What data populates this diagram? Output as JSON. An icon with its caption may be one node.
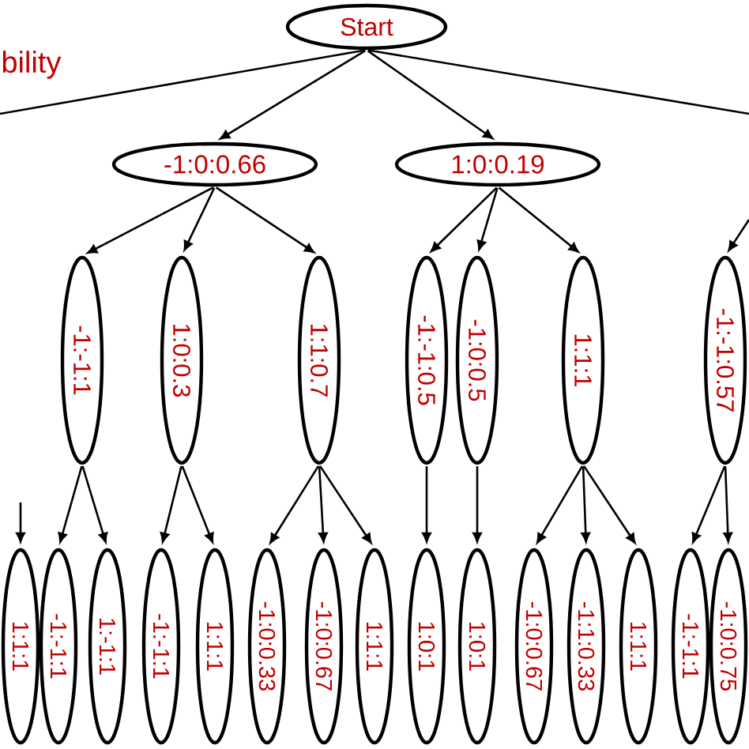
{
  "diagram": {
    "nodes": [
      {
        "text": [
          "Start"
        ]
      },
      {
        "text": [
          "-1:0:0.66"
        ]
      },
      {
        "text": [
          "1:0:0.19"
        ]
      },
      {
        "text": [
          "-1:-1:1"
        ]
      },
      {
        "text": [
          "1:0:0.3"
        ]
      },
      {
        "text": [
          "1:1:0.7"
        ]
      },
      {
        "text": [
          "-1:-1:0.5"
        ]
      },
      {
        "text": [
          "-1:0:0.5"
        ]
      },
      {
        "text": [
          "1:1:1"
        ]
      },
      {
        "text": [
          "-1:-1:0.57"
        ]
      },
      {
        "text": [
          "1:1:1"
        ]
      },
      {
        "text": [
          "-1:-1:1"
        ]
      },
      {
        "text": [
          "1:-1:1"
        ]
      },
      {
        "text": [
          "-1:-1:1"
        ]
      },
      {
        "text": [
          "1:1:1"
        ]
      },
      {
        "text": [
          "-1:0:0.33"
        ]
      },
      {
        "text": [
          "-1:0:0.67"
        ]
      },
      {
        "text": [
          "1:1:1"
        ]
      },
      {
        "text": [
          "1:0:1"
        ]
      },
      {
        "text": [
          "1:0:1"
        ]
      },
      {
        "text": [
          "-1:0:0.67"
        ]
      },
      {
        "text": [
          "-1:1:0.33"
        ]
      },
      {
        "text": [
          "1:1:1"
        ]
      },
      {
        "text": [
          "-1:-1:1"
        ]
      },
      {
        "text": [
          "-1:0:0.75"
        ]
      }
    ],
    "edges": [
      {
        "from": 0,
        "to": null,
        "arrow": "none"
      },
      {
        "from": 0,
        "to": 1,
        "arrow": "to"
      },
      {
        "from": 0,
        "to": 2,
        "arrow": "to"
      },
      {
        "from": 0,
        "to": null,
        "arrow": "none"
      },
      {
        "from": 1,
        "to": 3,
        "arrow": "to"
      },
      {
        "from": 1,
        "to": 4,
        "arrow": "to"
      },
      {
        "from": 1,
        "to": 5,
        "arrow": "to"
      },
      {
        "from": 2,
        "to": 6,
        "arrow": "to"
      },
      {
        "from": 2,
        "to": 7,
        "arrow": "to"
      },
      {
        "from": 2,
        "to": 8,
        "arrow": "to"
      },
      {
        "from": null,
        "to": 9,
        "arrow": "to"
      },
      {
        "from": null,
        "to": 10,
        "arrow": "to"
      },
      {
        "from": 3,
        "to": 11,
        "arrow": "to"
      },
      {
        "from": 3,
        "to": 12,
        "arrow": "to"
      },
      {
        "from": 4,
        "to": 13,
        "arrow": "to"
      },
      {
        "from": 4,
        "to": 14,
        "arrow": "to"
      },
      {
        "from": 5,
        "to": 15,
        "arrow": "to"
      },
      {
        "from": 5,
        "to": 16,
        "arrow": "to"
      },
      {
        "from": 5,
        "to": 17,
        "arrow": "to"
      },
      {
        "from": 6,
        "to": 18,
        "arrow": "to"
      },
      {
        "from": 7,
        "to": 19,
        "arrow": "to"
      },
      {
        "from": 8,
        "to": 20,
        "arrow": "to"
      },
      {
        "from": 8,
        "to": 21,
        "arrow": "to"
      },
      {
        "from": 8,
        "to": 22,
        "arrow": "to"
      },
      {
        "from": 9,
        "to": 23,
        "arrow": "to"
      },
      {
        "from": 9,
        "to": 24,
        "arrow": "to"
      }
    ],
    "labels": [
      "bility"
    ]
  }
}
